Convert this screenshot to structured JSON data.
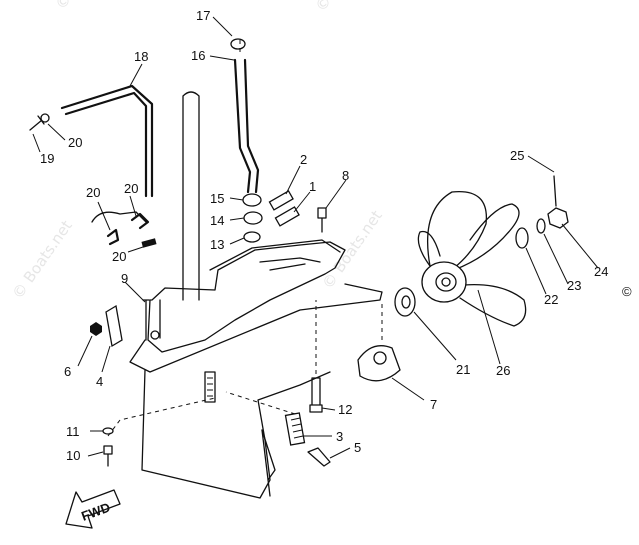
{
  "watermark": {
    "text": "© Boats.net",
    "corner_mark": "©"
  },
  "fwd_label": "FWD",
  "callouts": [
    {
      "id": "17",
      "text": "17"
    },
    {
      "id": "16",
      "text": "16"
    },
    {
      "id": "18",
      "text": "18"
    },
    {
      "id": "20a",
      "text": "20"
    },
    {
      "id": "19",
      "text": "19"
    },
    {
      "id": "2",
      "text": "2"
    },
    {
      "id": "1",
      "text": "1"
    },
    {
      "id": "8",
      "text": "8"
    },
    {
      "id": "15",
      "text": "15"
    },
    {
      "id": "14",
      "text": "14"
    },
    {
      "id": "13",
      "text": "13"
    },
    {
      "id": "20b",
      "text": "20"
    },
    {
      "id": "20c",
      "text": "20"
    },
    {
      "id": "20d",
      "text": "20"
    },
    {
      "id": "9",
      "text": "9"
    },
    {
      "id": "6",
      "text": "6"
    },
    {
      "id": "4",
      "text": "4"
    },
    {
      "id": "11",
      "text": "11"
    },
    {
      "id": "10",
      "text": "10"
    },
    {
      "id": "12",
      "text": "12"
    },
    {
      "id": "3",
      "text": "3"
    },
    {
      "id": "5",
      "text": "5"
    },
    {
      "id": "7",
      "text": "7"
    },
    {
      "id": "21",
      "text": "21"
    },
    {
      "id": "26",
      "text": "26"
    },
    {
      "id": "22",
      "text": "22"
    },
    {
      "id": "23",
      "text": "23"
    },
    {
      "id": "24",
      "text": "24"
    },
    {
      "id": "25",
      "text": "25"
    }
  ]
}
